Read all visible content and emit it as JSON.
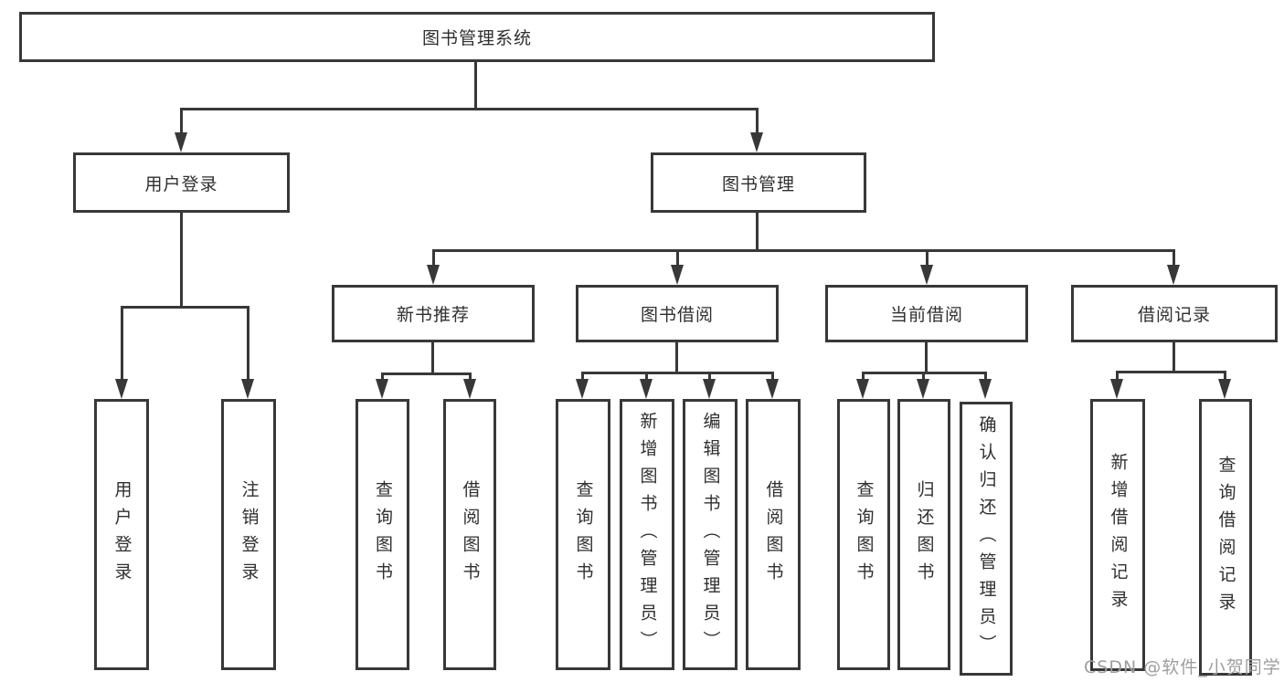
{
  "colors": {
    "line": "#383838",
    "border": "#383838",
    "text": "#2f2f2f",
    "watermark": "#9e9e9e",
    "background": "#ffffff"
  },
  "tree": {
    "root": {
      "label": "图书管理系统",
      "children": [
        {
          "label": "用户登录",
          "children": [
            {
              "label": "用户登录"
            },
            {
              "label": "注销登录"
            }
          ]
        },
        {
          "label": "图书管理",
          "children": [
            {
              "label": "新书推荐",
              "children": [
                {
                  "label": "查询图书"
                },
                {
                  "label": "借阅图书"
                }
              ]
            },
            {
              "label": "图书借阅",
              "children": [
                {
                  "label": "查询图书"
                },
                {
                  "label": "新增图书（管理员）"
                },
                {
                  "label": "编辑图书（管理员）"
                },
                {
                  "label": "借阅图书"
                }
              ]
            },
            {
              "label": "当前借阅",
              "children": [
                {
                  "label": "查询图书"
                },
                {
                  "label": "归还图书"
                },
                {
                  "label": "确认归还（管理员）"
                }
              ]
            },
            {
              "label": "借阅记录",
              "children": [
                {
                  "label": "新增借阅记录"
                },
                {
                  "label": "查询借阅记录"
                }
              ]
            }
          ]
        }
      ]
    }
  },
  "watermark": {
    "text": "CSDN @软件_小贺同学"
  }
}
